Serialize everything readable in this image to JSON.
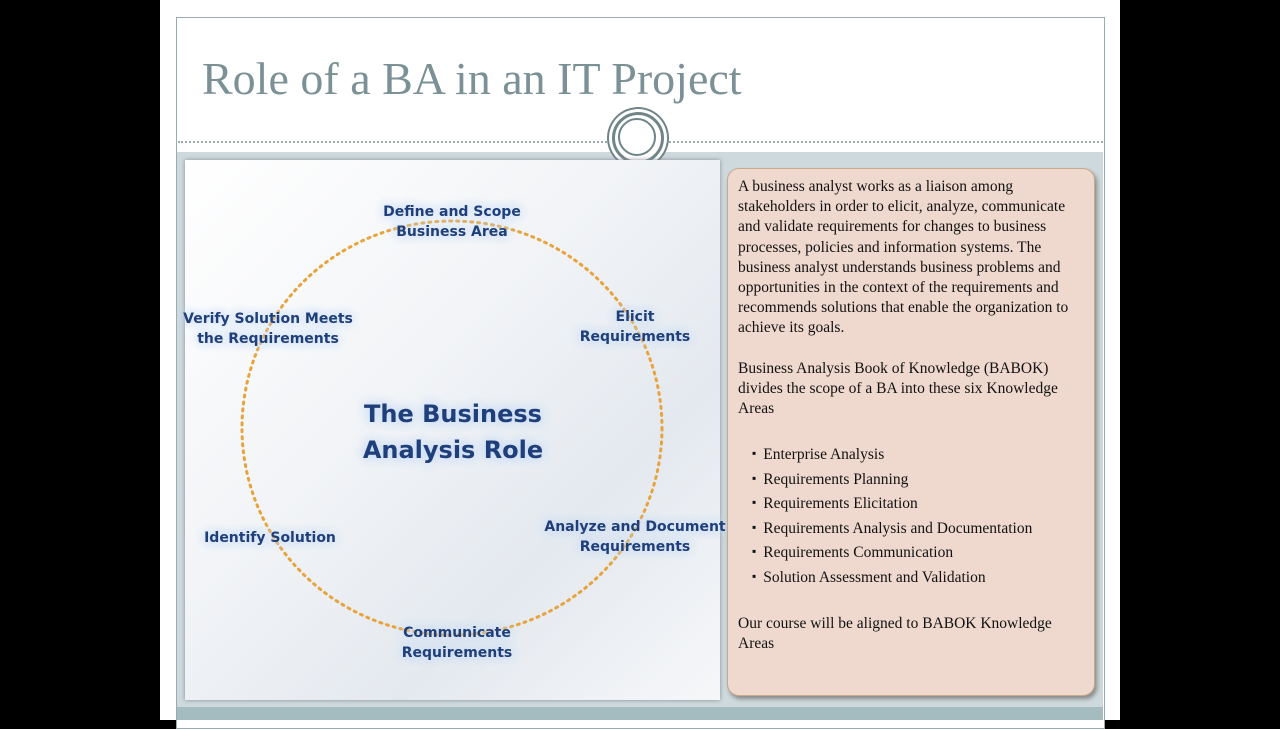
{
  "slide": {
    "title": "Role of a BA in an IT Project"
  },
  "diagram": {
    "center": [
      "The Business",
      "Analysis Role"
    ],
    "nodes": [
      [
        "Define and Scope",
        "Business Area"
      ],
      [
        "Elicit",
        "Requirements"
      ],
      [
        "Analyze and Document",
        "Requirements"
      ],
      [
        "Communicate",
        "Requirements"
      ],
      [
        "Identify Solution",
        ""
      ],
      [
        "Verify Solution Meets",
        "the Requirements"
      ]
    ],
    "ring_color": "#e8a33a"
  },
  "textbox": {
    "intro": "A business analyst works as a liaison among stakeholders in order to elicit, analyze, communicate and validate requirements for changes to business processes, policies and information systems.  The business analyst understands business problems and opportunities in the context of the requirements and recommends solutions that enable the organization to achieve its goals.",
    "babok": "Business Analysis Book of Knowledge (BABOK) divides the scope of a BA  into these six Knowledge Areas",
    "areas": [
      "Enterprise Analysis",
      "Requirements Planning",
      "Requirements Elicitation",
      "Requirements Analysis and Documentation",
      "Requirements Communication",
      "Solution Assessment  and Validation"
    ],
    "closing": "Our course will be aligned to BABOK Knowledge Areas"
  }
}
